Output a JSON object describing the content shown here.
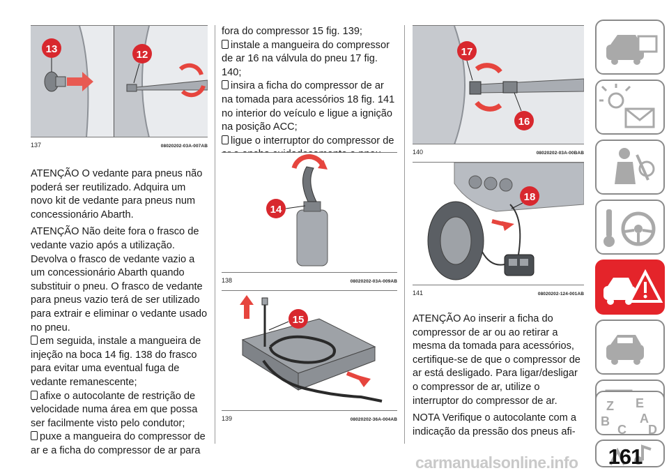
{
  "page_number": "161",
  "watermark": "carmanualsonline.info",
  "colors": {
    "accent_red": "#e4242a",
    "tab_border": "#8a8a8a",
    "callout_red": "#d8282e"
  },
  "figures": {
    "f137": {
      "number": "137",
      "code": "08020202-03A-007AB",
      "callouts": [
        "13",
        "12"
      ]
    },
    "f138": {
      "number": "138",
      "code": "08020202-03A-009AB",
      "callouts": [
        "14"
      ]
    },
    "f139": {
      "number": "139",
      "code": "08020202-36A-004AB",
      "callouts": [
        "15"
      ]
    },
    "f140": {
      "number": "140",
      "code": "08020202-03A-00BAB",
      "callouts": [
        "17",
        "16"
      ]
    },
    "f141": {
      "number": "141",
      "code": "08020202-124-001AB",
      "callouts": [
        "18"
      ]
    }
  },
  "col1": {
    "para1": "ATENÇÃO O vedante para pneus não poderá ser reutilizado. Adquira um novo kit de vedante para pneus num concessionário Abarth.",
    "para2": "ATENÇÃO Não deite fora o frasco de vedante vazio após a utilização. Devolva o frasco de vedante vazio a um concessionário Abarth quando substituir o pneu. O frasco de vedante para pneus vazio terá de ser utilizado para extrair e eliminar o vedante usado no pneu.",
    "bullets": [
      "em seguida, instale a mangueira de injeção na boca 14 fig. 138 do frasco para evitar uma eventual fuga de vedante remanescente;",
      "afixe o autocolante de restrição de velocidade numa área em que possa ser facilmente visto pelo condutor;",
      "puxe a mangueira do compressor de ar e a ficha do compressor de ar para"
    ]
  },
  "col2": {
    "cont": "fora do compressor 15 fig. 139;",
    "bullets": [
      "instale a mangueira do compressor de ar 16 na válvula do pneu 17 fig. 140;",
      "insira a ficha do compressor de ar na tomada para acessórios 18 fig. 141 no interior do veículo e ligue a ignição na posição ACC;",
      "ligue o interruptor do compressor de ar e encha cuidadosamente o pneu com a pressão correta;"
    ]
  },
  "col3": {
    "para1": "ATENÇÃO Ao inserir a ficha do compressor de ar ou ao retirar a mesma da tomada para acessórios, certifique-se de que o compressor de ar está desligado. Para ligar/desligar o compressor de ar, utilize o interruptor do compressor de ar.",
    "para2": "NOTA Verifique o autocolante com a indicação da pressão dos pneus afi-"
  },
  "side_tabs": [
    {
      "icon": "car-dashboard-icon",
      "active": false
    },
    {
      "icon": "warning-lights-icon",
      "active": false
    },
    {
      "icon": "seat-airbag-icon",
      "active": false
    },
    {
      "icon": "key-steering-wheel-icon",
      "active": false
    },
    {
      "icon": "breakdown-warning-icon",
      "active": true
    },
    {
      "icon": "car-service-icon",
      "active": false
    },
    {
      "icon": "technical-data-icon",
      "active": false
    },
    {
      "icon": "multimedia-icon",
      "active": false
    },
    {
      "icon": "alphabetical-index-icon",
      "active": false
    }
  ],
  "index_letters": [
    "Z",
    "E",
    "A",
    "B",
    "C",
    "D"
  ]
}
